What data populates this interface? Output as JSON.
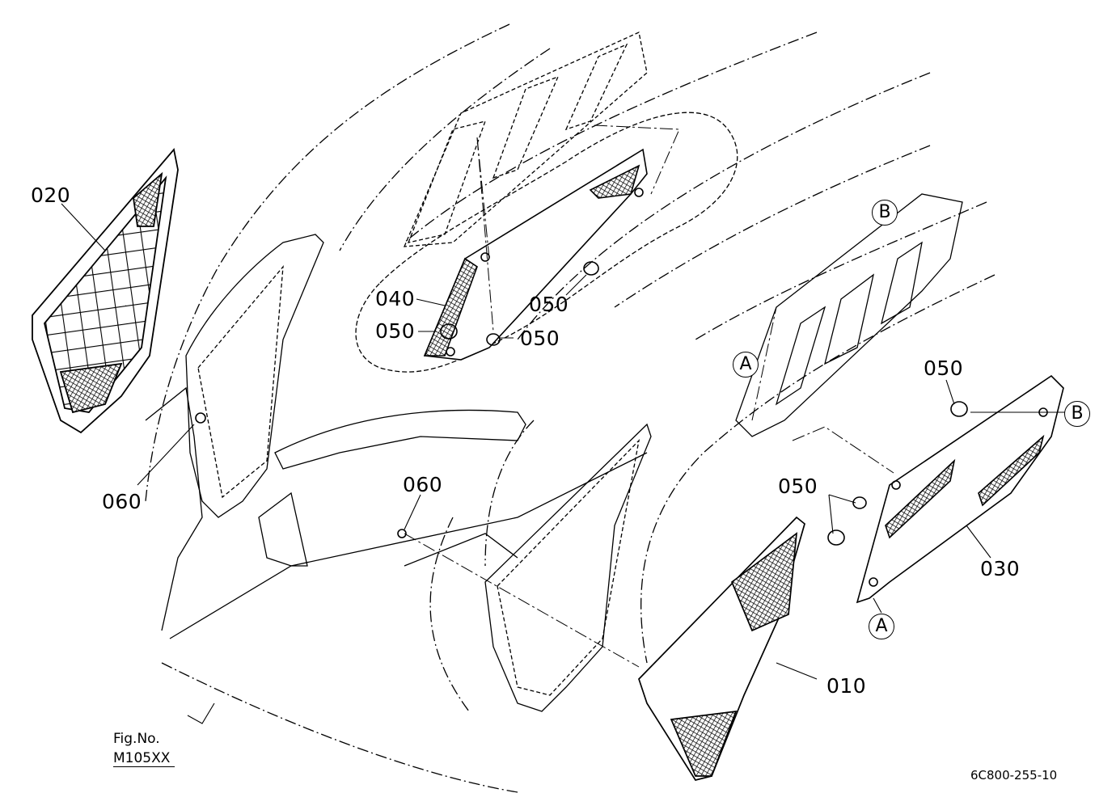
{
  "labels": {
    "p010": "010",
    "p020": "020",
    "p030": "030",
    "p040": "040",
    "p050_a": "050",
    "p050_b": "050",
    "p050_c": "050",
    "p050_d": "050",
    "p050_e": "050",
    "p060_a": "060",
    "p060_b": "060"
  },
  "refs": {
    "a_left": "A",
    "a_right": "A",
    "b_top": "B",
    "b_right": "B"
  },
  "figure": {
    "fig_label": "Fig.No.",
    "fig_no": "M105XX"
  },
  "doc_number": "6C800-255-10"
}
